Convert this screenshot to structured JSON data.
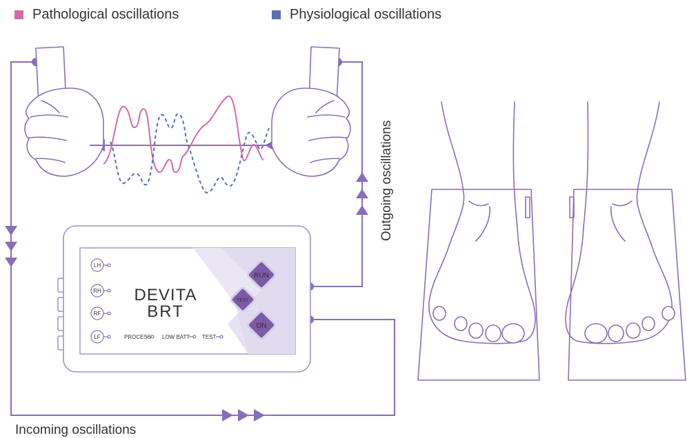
{
  "legend": {
    "pathological": {
      "label": "Pathological oscillations",
      "color": "#d46aa9"
    },
    "physiological": {
      "label": "Physiological oscillations",
      "color": "#5570b3"
    }
  },
  "labels": {
    "outgoing": "Outgoing oscillations",
    "incoming": "Incoming oscillations"
  },
  "device": {
    "brand_top": "DeVita",
    "brand_bottom": "BRT",
    "ports": [
      "LH",
      "RH",
      "RF",
      "LF"
    ],
    "indicators": [
      "PROCESS",
      "LOW BATT",
      "TEST"
    ],
    "buttons": {
      "run": "RUN",
      "test": "TEST",
      "on": "ON"
    }
  },
  "colors": {
    "line": "#8a6cb8",
    "device_outline": "#a090c8",
    "button_fill": "#7b5aa6",
    "screen_shade": "#ebe6f3"
  }
}
